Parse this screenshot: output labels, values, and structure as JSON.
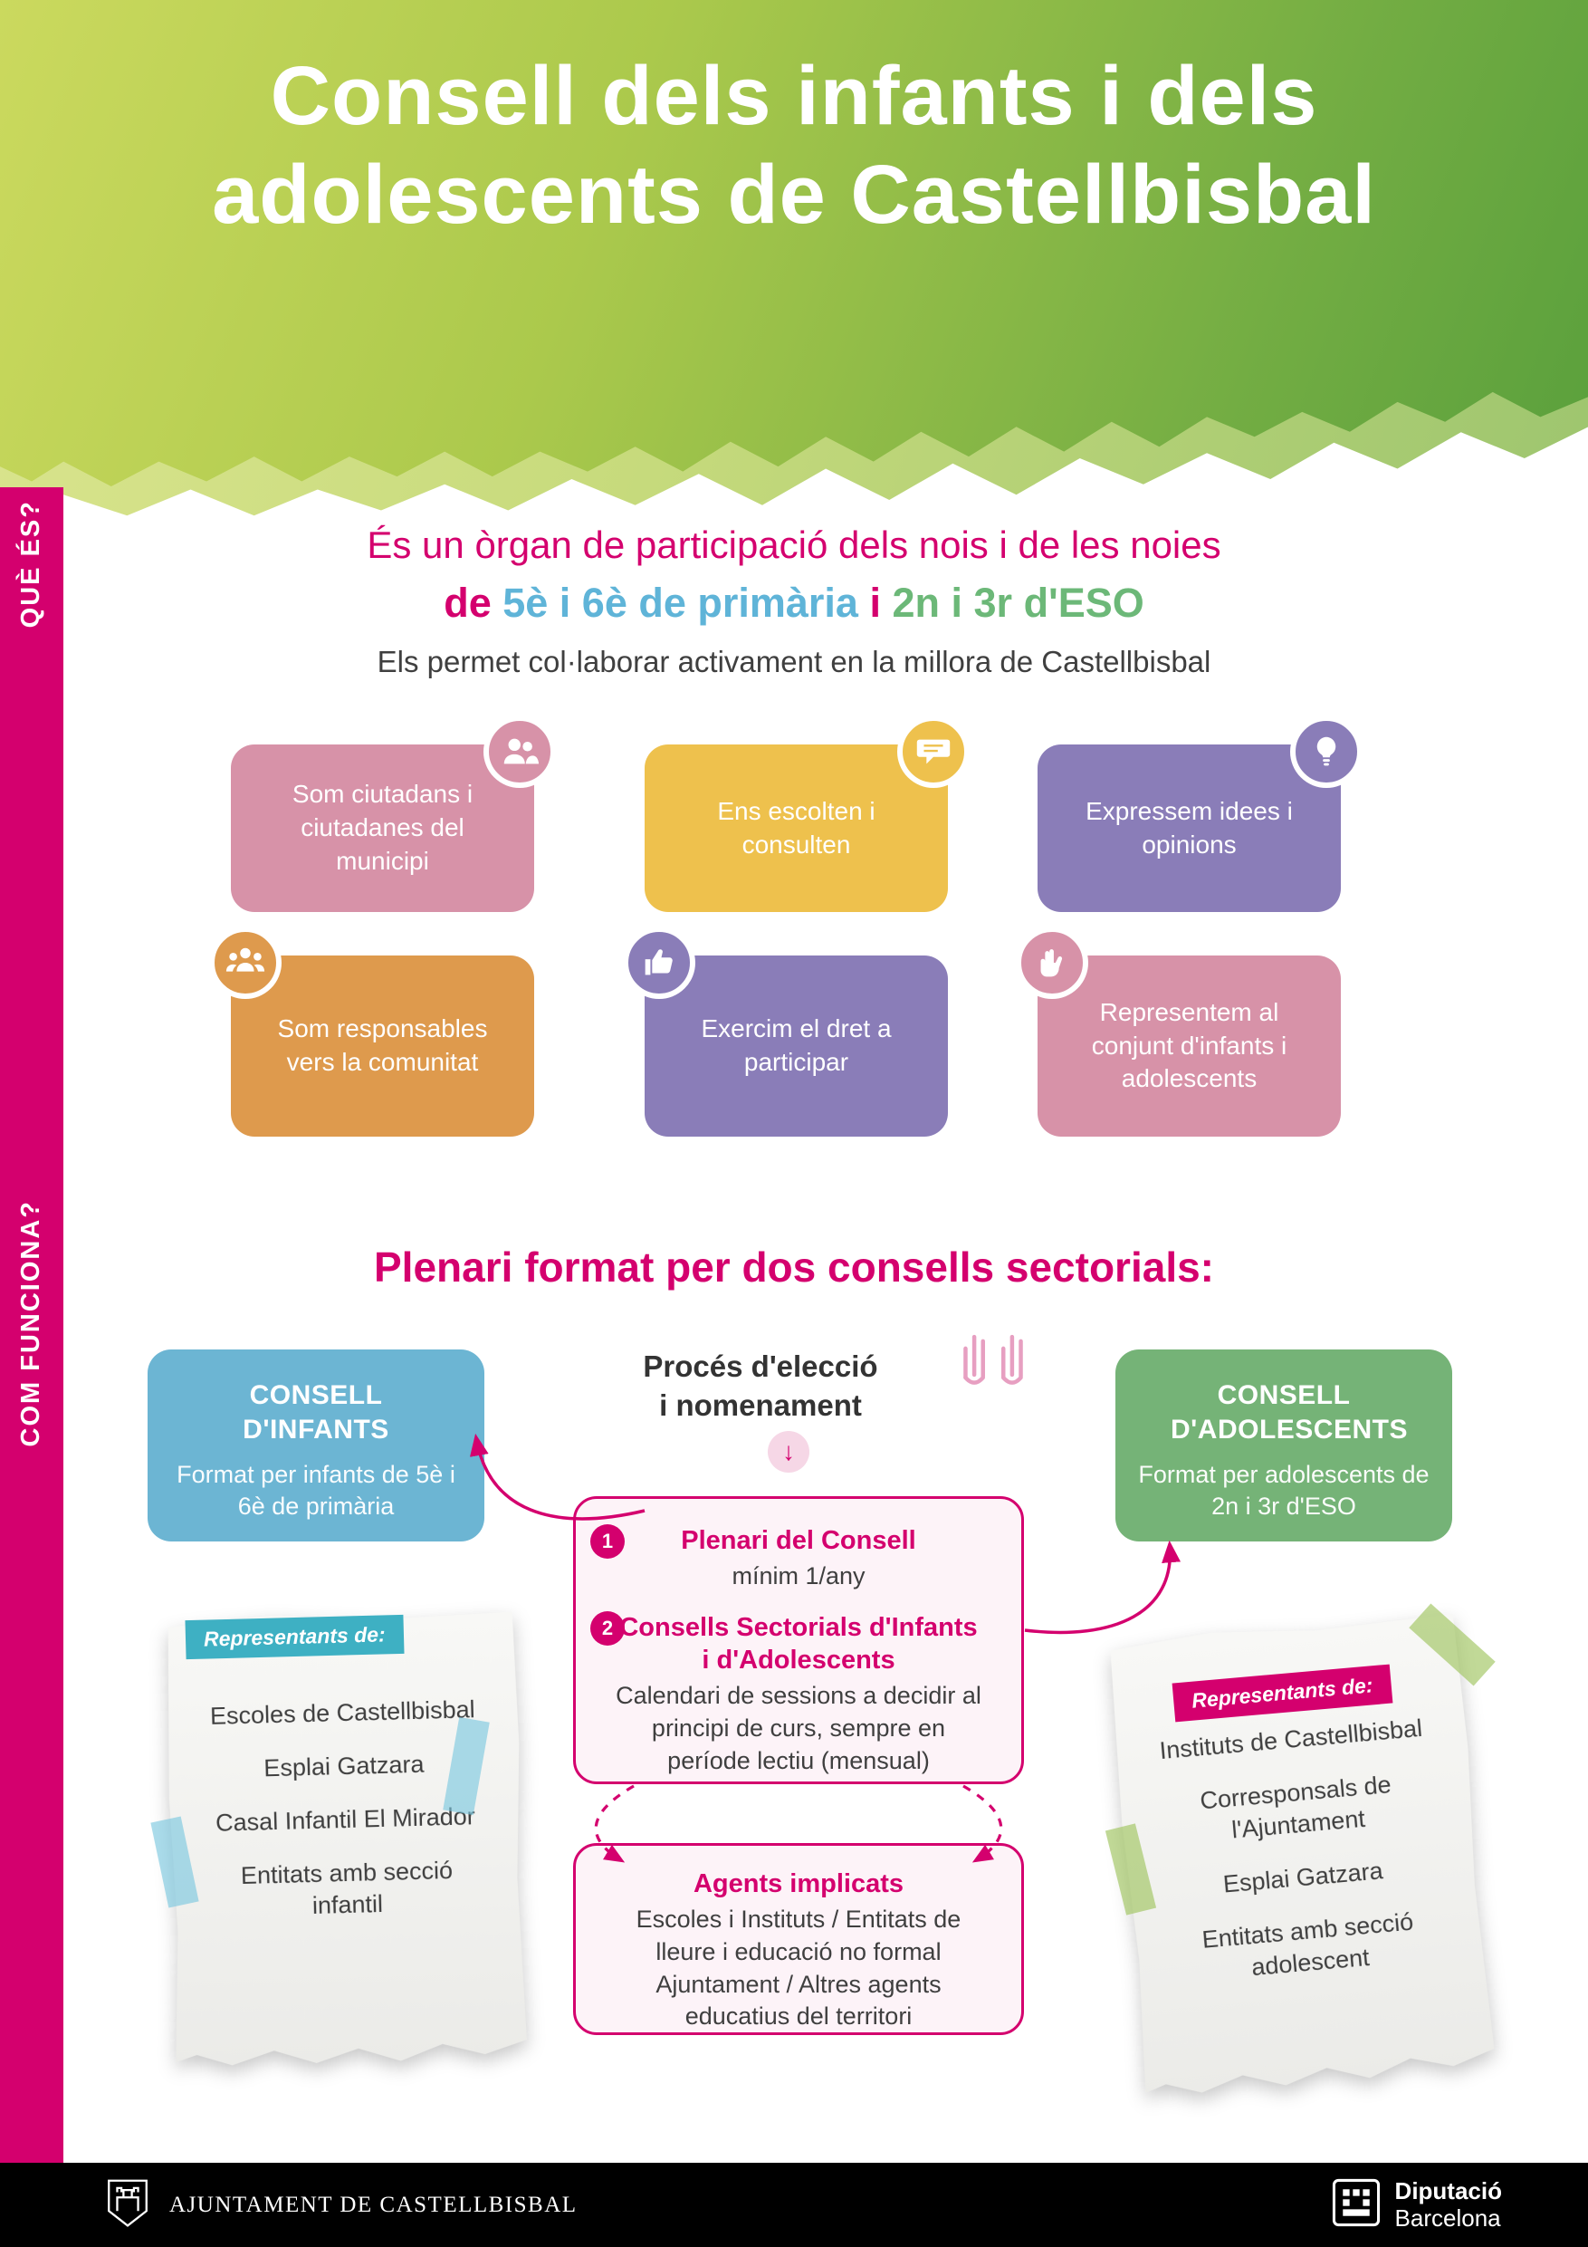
{
  "header": {
    "title_line1": "Consell dels infants i dels",
    "title_line2": "adolescents de Castellbisbal"
  },
  "sidebar": {
    "label_top": "QUÈ ÉS?",
    "label_bottom": "COM FUNCIONA?"
  },
  "que_es": {
    "intro_line1": "És un òrgan de participació dels nois i de les noies",
    "intro_de": "de",
    "intro_primaria": "5è i 6è de primària",
    "intro_and": "i",
    "intro_eso": "2n i 3r d'ESO",
    "intro_sub": "Els permet col·laborar activament en la millora de Castellbisbal",
    "cards": [
      {
        "label": "Som ciutadans i ciutadanes del municipi",
        "icon": "citizens-icon",
        "color": "#d792a8"
      },
      {
        "label": "Ens escolten i consulten",
        "icon": "speech-bubble-icon",
        "color": "#eec14d"
      },
      {
        "label": "Expressem idees i opinions",
        "icon": "idea-icon",
        "color": "#8a7db8"
      },
      {
        "label": "Som responsables vers la comunitat",
        "icon": "community-icon",
        "color": "#de9a4d"
      },
      {
        "label": "Exercim el dret a participar",
        "icon": "thumbs-up-icon",
        "color": "#8a7db8"
      },
      {
        "label": "Representem al conjunt d'infants i adolescents",
        "icon": "raised-hand-icon",
        "color": "#d792a8"
      }
    ]
  },
  "com_funciona": {
    "heading": "Plenari format per dos consells sectorials:",
    "consell_infants": {
      "title": "CONSELL D'INFANTS",
      "subtitle": "Format per infants de 5è i 6è de primària",
      "color": "#6cb5d3"
    },
    "proces": {
      "line1": "Procés d'elecció",
      "line2": "i nomenament",
      "arrow": "↓",
      "icon": "raised-hands-icon"
    },
    "consell_adolescents": {
      "title": "CONSELL D'ADOLESCENTS",
      "subtitle": "Format per adolescents de 2n i 3r d'ESO",
      "color": "#75b377"
    },
    "plenari_box": {
      "item1": {
        "num": "1",
        "title": "Plenari del Consell",
        "subtitle": "mínim 1/any"
      },
      "item2": {
        "num": "2",
        "title": "Consells Sectorials d'Infants i d'Adolescents",
        "subtitle": "Calendari de sessions a decidir al principi de curs, sempre en període lectiu (mensual)"
      }
    },
    "agents_box": {
      "title": "Agents implicats",
      "text": "Escoles i Instituts / Entitats de lleure i educació no formal Ajuntament / Altres agents educatius del territori"
    },
    "left_note": {
      "label": "Representants de:",
      "label_color": "#3eb0c3",
      "items": [
        "Escoles de Castellbisbal",
        "Esplai Gatzara",
        "Casal Infantil El Mirador",
        "Entitats amb secció infantil"
      ]
    },
    "right_note": {
      "label": "Representants de:",
      "label_color": "#d4006e",
      "items": [
        "Instituts de Castellbisbal",
        "Corresponsals de l'Ajuntament",
        "Esplai Gatzara",
        "Entitats amb secció adolescent"
      ]
    }
  },
  "footer": {
    "ajuntament": "AJUNTAMENT DE CASTELLBISBAL",
    "diputacio_line1": "Diputació",
    "diputacio_line2": "Barcelona"
  },
  "colors": {
    "magenta": "#d4006e",
    "blue": "#5fb4d8",
    "green": "#6cb878",
    "header_gradient_start": "#cbd95e",
    "header_gradient_end": "#5aa03c",
    "text_dark": "#3f3f3f"
  }
}
